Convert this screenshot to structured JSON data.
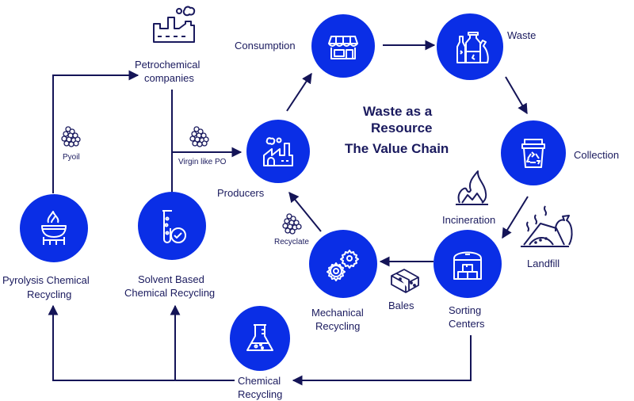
{
  "title": {
    "line1": "Waste as a",
    "line2": "Resource",
    "line3": "The Value Chain"
  },
  "colors": {
    "node_fill": "#0a2ee6",
    "line": "#141457",
    "text": "#1a1a5e",
    "icon_stroke": "#ffffff"
  },
  "nodes": {
    "consumption": {
      "label": "Consumption",
      "icon": "storefront-icon"
    },
    "waste": {
      "label": "Waste",
      "icon": "bottles-bag-icon"
    },
    "collection": {
      "label": "Collection",
      "icon": "recycle-bin-icon"
    },
    "sorting": {
      "label_1": "Sorting",
      "label_2": "Centers",
      "icon": "warehouse-boxes-icon"
    },
    "mechanical": {
      "label_1": "Mechanical",
      "label_2": "Recycling",
      "icon": "gears-icon"
    },
    "producers": {
      "label": "Producers",
      "icon": "factory-icon"
    },
    "chemical": {
      "label_1": "Chemical",
      "label_2": "Recycling",
      "icon": "flask-icon"
    },
    "pyrolysis": {
      "label_1": "Pyrolysis Chemical",
      "label_2": "Recycling",
      "icon": "grill-flame-icon"
    },
    "solvent": {
      "label_1": "Solvent Based",
      "label_2": "Chemical Recycling",
      "icon": "test-tube-check-icon"
    }
  },
  "side_items": {
    "petrochemical": {
      "label_1": "Petrochemical",
      "label_2": "companies",
      "icon": "petrochemical-factory-icon"
    },
    "incineration": {
      "label": "Incineration",
      "icon": "fire-icon"
    },
    "landfill": {
      "label": "Landfill",
      "icon": "landfill-icon"
    },
    "bales": {
      "label": "Bales",
      "icon": "bales-icon"
    }
  },
  "flow_labels": {
    "pyoil": "Pyoil",
    "virgin_like_po": "Virgin like PO",
    "recyclate": "Recyclate"
  },
  "edges": [
    {
      "from": "Producers",
      "to": "Consumption"
    },
    {
      "from": "Consumption",
      "to": "Waste"
    },
    {
      "from": "Waste",
      "to": "Collection"
    },
    {
      "from": "Collection",
      "to": "Sorting Centers"
    },
    {
      "from": "Sorting Centers",
      "to": "Mechanical Recycling",
      "via": "Bales"
    },
    {
      "from": "Mechanical Recycling",
      "to": "Producers",
      "via": "Recyclate"
    },
    {
      "from": "Sorting Centers",
      "to": "Chemical Recycling"
    },
    {
      "from": "Chemical Recycling",
      "to": "Pyrolysis Chemical Recycling"
    },
    {
      "from": "Chemical Recycling",
      "to": "Solvent Based Chemical Recycling"
    },
    {
      "from": "Pyrolysis Chemical Recycling",
      "to": "Petrochemical companies",
      "via": "Pyoil"
    },
    {
      "from": "Solvent Based Chemical Recycling",
      "to": "Producers",
      "via": "Virgin like PO"
    }
  ]
}
